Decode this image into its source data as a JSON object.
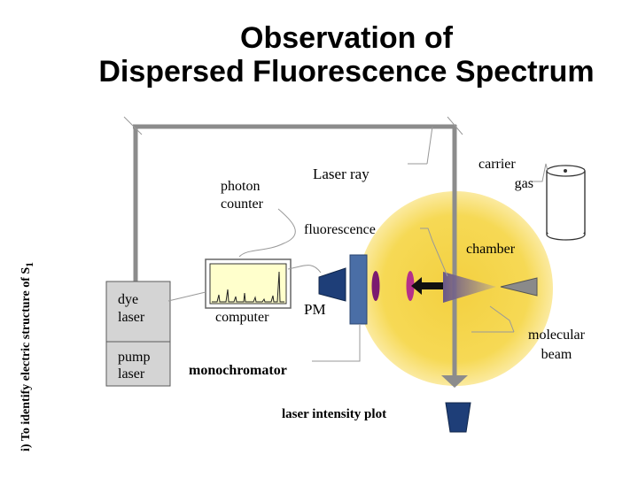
{
  "title_line1": "Observation of",
  "title_line2": "Dispersed Fluorescence Spectrum",
  "side_text": "i) To identify electric structure of S",
  "side_text_sub": "1",
  "labels": {
    "photon_counter": [
      "photon",
      "counter"
    ],
    "laser_ray": "Laser ray",
    "fluorescence": "fluorescence",
    "carrier_gas": [
      "carrier",
      "gas"
    ],
    "chamber": "chamber",
    "dye_laser": [
      "dye",
      "laser"
    ],
    "pump_laser": [
      "pump",
      "laser"
    ],
    "computer": "computer",
    "pm": "PM",
    "monochromator": "monochromator",
    "molecular_beam": [
      "molecular",
      "beam"
    ],
    "laser_intensity_plot": "laser intensity plot"
  },
  "colors": {
    "chamber_glow": "#f3d040",
    "laser_beam": "#8c8c8c",
    "box_fill": "#d4d4d4",
    "screen_fill": "#ffffcc",
    "monochromator_slab": "#4a6ea6",
    "lens": "#7b1a70",
    "pm_tube": "#1e3e78",
    "cone": "#7a66a0",
    "detector": "#1e3e78"
  }
}
